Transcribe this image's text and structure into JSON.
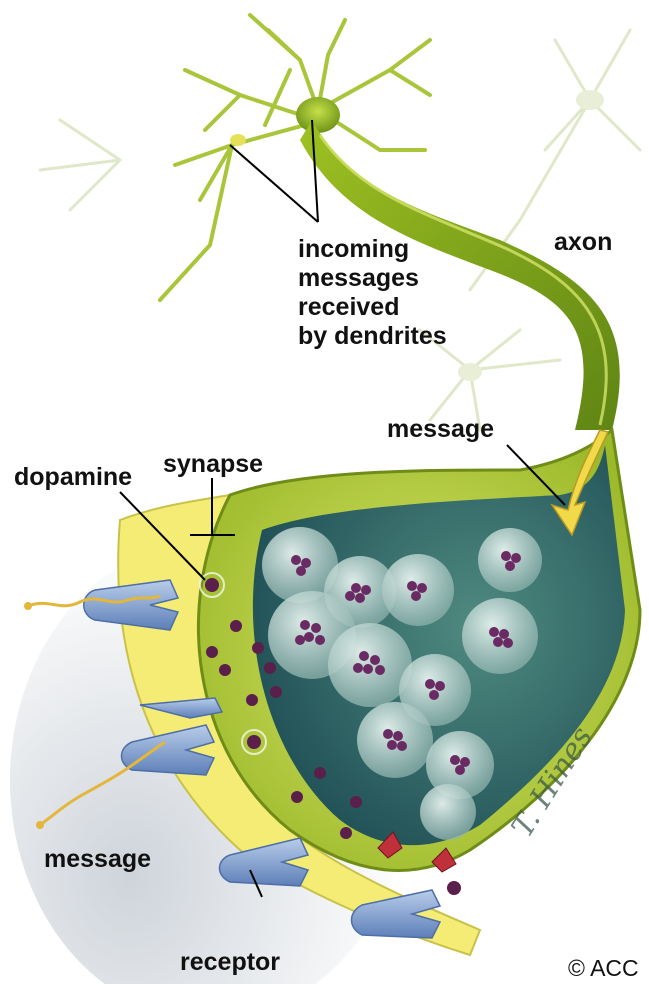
{
  "labels": {
    "incoming": [
      "incoming",
      "messages",
      "received",
      "by dendrites"
    ],
    "axon": "axon",
    "message_top": "message",
    "dopamine": "dopamine",
    "synapse": "synapse",
    "message_bottom": "message",
    "receptor": "receptor"
  },
  "credits": {
    "copyright": "© ACC",
    "signature": "T. Hines"
  },
  "colors": {
    "neuron_green": "#8fb11f",
    "dendrite_yellow": "#d6d94a",
    "synapse_yellow": "#f3e96a",
    "vesicle_interior": "#2f6f6a",
    "dopamine_purple": "#5a1f4a",
    "receptor_blue": "#8ea9d6"
  }
}
